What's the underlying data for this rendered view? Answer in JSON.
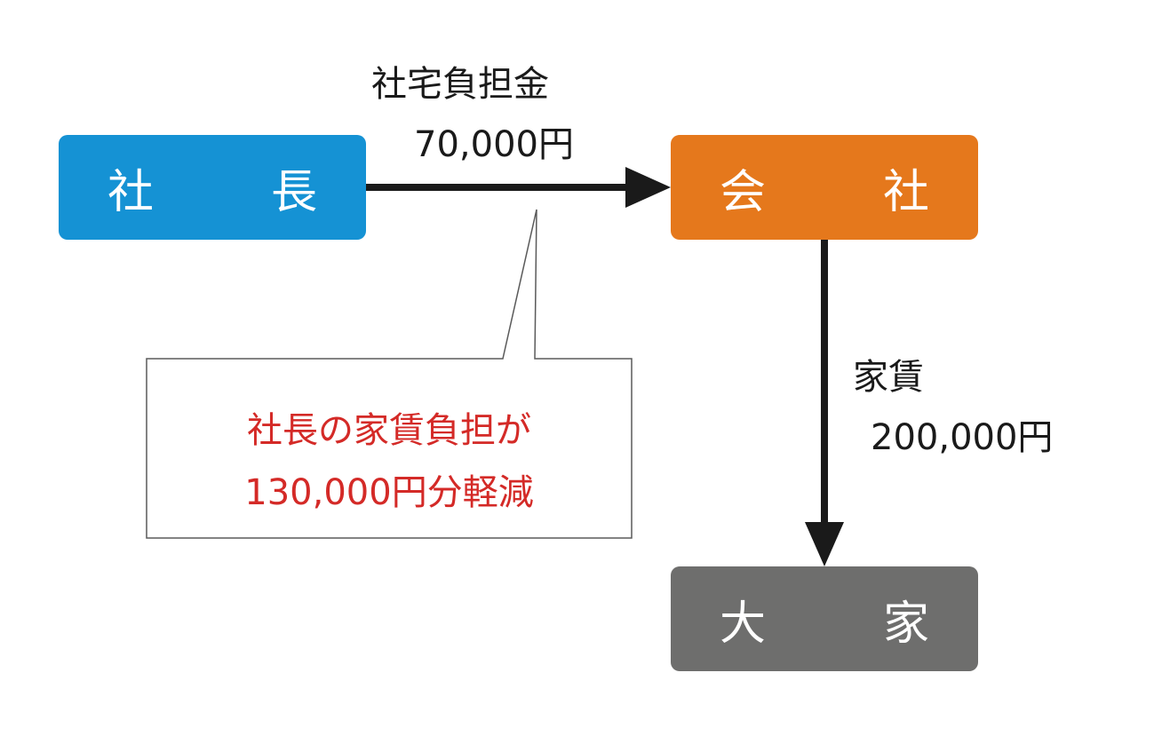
{
  "nodes": {
    "president": "社　長",
    "company": "会　社",
    "landlord": "大　家"
  },
  "edges": {
    "housing_contribution": {
      "title": "社宅負担金",
      "amount": "70,000円"
    },
    "rent": {
      "title": "家賃",
      "amount": "200,000円"
    }
  },
  "callout": {
    "line1": "社長の家賃負担が",
    "line2": "130,000円分軽減"
  },
  "colors": {
    "president": "#1592d4",
    "company": "#e5781c",
    "landlord": "#6e6e6d",
    "callout_text": "#d42a27",
    "arrow": "#1a1a1a"
  }
}
